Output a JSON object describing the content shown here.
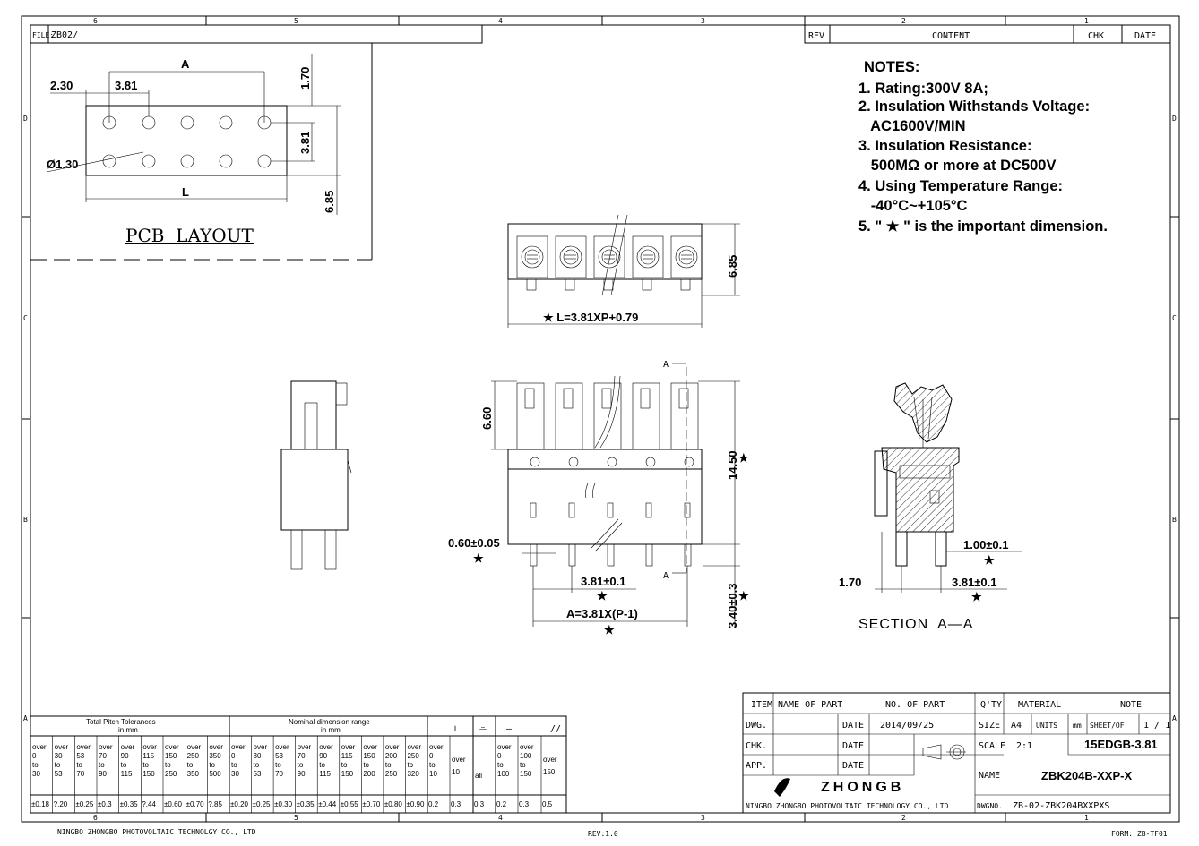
{
  "border": {
    "zones_top": [
      "6",
      "5",
      "4",
      "3",
      "2",
      "1"
    ],
    "zones_side": [
      "D",
      "C",
      "B",
      "A"
    ],
    "file_label": "FILE:",
    "file_value": "ZB02/",
    "rev_header": "REV",
    "content_header": "CONTENT",
    "chk_header": "CHK",
    "date_header": "DATE",
    "company_footer": "NINGBO ZHONGBO PHOTOVOLTAIC TECHNOLGY CO., LTD",
    "rev_footer": "REV:1.0",
    "form_footer": "FORM: ZB-TF01"
  },
  "notes": {
    "title": "NOTES:",
    "lines": [
      "1. Rating:300V 8A;",
      "2. Insulation Withstands Voltage:",
      "   AC1600V/MIN",
      "3. Insulation Resistance:",
      "   500MΩ or more at DC500V",
      "4. Using Temperature Range:",
      "   -40°C~+105°C",
      "5. \" ★ \" is the important dimension."
    ]
  },
  "pcb_layout": {
    "title": "PCB  LAYOUT",
    "dim_a": "A",
    "dim_230": "2.30",
    "dim_381": "3.81",
    "dim_hole": "Ø1.30",
    "dim_l": "L",
    "dim_170": "1.70",
    "dim_381v": "3.81",
    "dim_685": "6.85"
  },
  "top_view": {
    "dim_685": "6.85",
    "dim_l": "★ L=3.81XP+0.79"
  },
  "front_view": {
    "section_mark": "A",
    "dim_660": "6.60",
    "dim_1450": "14.50",
    "dim_pin": "0.60±0.05",
    "dim_pitch": "3.81±0.1",
    "dim_a": "A=3.81X(P-1)",
    "dim_340": "3.40±0.3",
    "star": "★"
  },
  "section_view": {
    "title": "SECTION  A—A",
    "dim_100": "1.00±0.1",
    "dim_170": "1.70",
    "dim_381": "3.81±0.1",
    "star": "★"
  },
  "tolerance_table": {
    "pitch_header": "Total Pitch Tolerances",
    "pitch_unit": "in mm",
    "nominal_header": "Nominal dimension range",
    "nominal_unit": "in mm",
    "symbols": [
      "⊥",
      "⌯",
      "—",
      "//"
    ],
    "pitch_cols": [
      [
        "over",
        "0",
        "to",
        "30"
      ],
      [
        "over",
        "30",
        "to",
        "53"
      ],
      [
        "over",
        "53",
        "to",
        "70"
      ],
      [
        "over",
        "70",
        "to",
        "90"
      ],
      [
        "over",
        "90",
        "to",
        "115"
      ],
      [
        "over",
        "115",
        "to",
        "150"
      ],
      [
        "over",
        "150",
        "to",
        "250"
      ],
      [
        "over",
        "250",
        "to",
        "350"
      ],
      [
        "over",
        "350",
        "to",
        "500"
      ]
    ],
    "nominal_cols": [
      [
        "over",
        "0",
        "to",
        "30"
      ],
      [
        "over",
        "30",
        "to",
        "53"
      ],
      [
        "over",
        "53",
        "to",
        "70"
      ],
      [
        "over",
        "70",
        "to",
        "90"
      ],
      [
        "over",
        "90",
        "to",
        "115"
      ],
      [
        "over",
        "115",
        "to",
        "150"
      ],
      [
        "over",
        "150",
        "to",
        "200"
      ],
      [
        "over",
        "200",
        "to",
        "250"
      ],
      [
        "over",
        "250",
        "to",
        "320"
      ]
    ],
    "sym_cols": [
      [
        "over",
        "0",
        "to",
        "10"
      ],
      [
        "over",
        "10",
        "",
        ""
      ],
      [
        "all",
        "",
        "",
        ""
      ],
      [
        "over",
        "0",
        "to",
        "100"
      ],
      [
        "over",
        "100",
        "to",
        "150"
      ],
      [
        "over",
        "150",
        "",
        ""
      ]
    ],
    "pitch_values": [
      "±0.18",
      "?.20",
      "±0.25",
      "±0.3",
      "±0.35",
      "?.44",
      "±0.60",
      "±0.70",
      "?.85"
    ],
    "nominal_values": [
      "±0.20",
      "±0.25",
      "±0.30",
      "±0.35",
      "±0.44",
      "±0.55",
      "±0.70",
      "±0.80",
      "±0.90"
    ],
    "sym_values": [
      "0.2",
      "0.3",
      "0.3",
      "0.2",
      "0.3",
      "0.5"
    ]
  },
  "title_block": {
    "item": "ITEM",
    "name_of_part": "NAME OF PART",
    "no_of_part": "NO. OF PART",
    "qty": "Q'TY",
    "material": "MATERIAL",
    "note": "NOTE",
    "dwg": "DWG.",
    "date_lbl": "DATE",
    "date_val": "2014/09/25",
    "size": "SIZE",
    "size_val": "A4",
    "units": "UNITS",
    "units_val": "mm",
    "sheet": "SHEET/OF",
    "sheet_val": "1 / 1",
    "chk": "CHK.",
    "scale": "SCALE",
    "scale_val": "2:1",
    "part_code": "15EDGB-3.81",
    "app": "APP.",
    "name": "NAME",
    "name_val": "ZBK204B-XXP-X",
    "logo": "ZHONGB",
    "company": "NINGBO ZHONGBO PHOTOVOLTAIC TECHNOLOGY CO., LTD",
    "dwgno": "DWGNO.",
    "dwgno_val": "ZB-02-ZBK204BXXPXS"
  }
}
